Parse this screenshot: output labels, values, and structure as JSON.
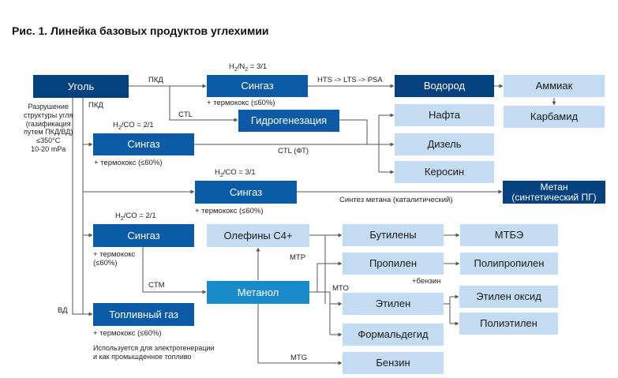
{
  "title": "Рис. 1. Линейка базовых продуктов углехимии",
  "nodes": {
    "coal": "Уголь",
    "syngas1": "Сингаз",
    "hydrogen": "Водород",
    "ammonia": "Аммиак",
    "carbamide": "Карбамид",
    "hydrogenation": "Гидрогенезация",
    "naphtha": "Нафта",
    "diesel": "Дизель",
    "kerosene": "Керосин",
    "syngas2": "Сингаз",
    "syngas3": "Сингаз",
    "methane": "Метан\n(синтетический ПГ)",
    "syngas4": "Сингаз",
    "olefins": "Олефины С4+",
    "butylenes": "Бутилены",
    "mtbe": "МТБЭ",
    "propylene": "Пропилен",
    "polypropylene": "Полипропилен",
    "methanol": "Метанол",
    "ethylene": "Этилен",
    "ethylene_oxide": "Этилен оксид",
    "polyethylene": "Полиэтилен",
    "fuel_gas": "Топливный газ",
    "formaldehyde": "Формальдегид",
    "gasoline": "Бензин"
  },
  "labels": {
    "pkd1": "ПКД",
    "pkd2": "ПКД",
    "ratio1_a": "H",
    "ratio1_sub1": "2",
    "ratio1_b": "/N",
    "ratio1_sub2": "2",
    "ratio1_c": " = 3/1",
    "thermocoke1": "+ термококс (≤60%)",
    "hts": "HTS -> LTS -> PSA",
    "ctl": "CTL",
    "ratio2_a": "H",
    "ratio2_sub": "2",
    "ratio2_b": "/CO = 2/1",
    "ctl_ft": "CTL (ФТ)",
    "thermocoke2": "+ термококс (≤60%)",
    "ratio3_a": "H",
    "ratio3_sub": "2",
    "ratio3_b": "/CO = 3/1",
    "thermocoke3": "+ термококс (≤60%)",
    "methane_synth": "Синтез метана (каталитический)",
    "ratio4_a": "H",
    "ratio4_sub": "2",
    "ratio4_b": "/CO = 2/1",
    "thermocoke4": "+ термококс\n(≤60%)",
    "mtp": "MTP",
    "mto": "MTO",
    "plus_gasoline": "+бензин",
    "ctm": "CTM",
    "vd": "ВД",
    "thermocoke5": "+ термококс (≤60%)",
    "fuel_note": "Используется для электрогенерации\nи как промышденное топливо",
    "mtg": "MTG",
    "destruction": "Разрушение\nструктуры угля\n(газификация\nпутем ПКД/ВД)\n≤350°С\n10-20 mPa"
  },
  "colors": {
    "dark": "#06417f",
    "mid": "#0a5aa5",
    "light": "#c4dcf2",
    "teal": "#1a8ac9",
    "line": "#555555"
  }
}
